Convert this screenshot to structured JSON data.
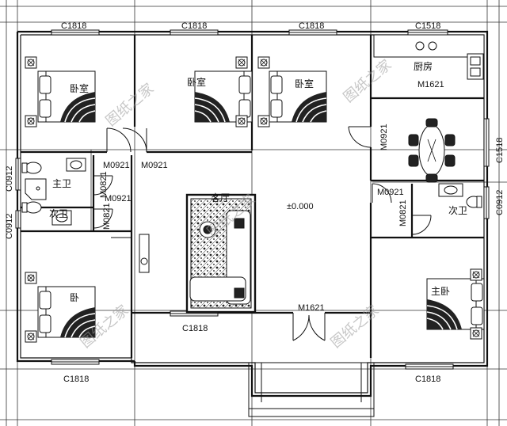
{
  "rooms": {
    "bedroom_1": "卧室",
    "bedroom_2": "卧室",
    "bedroom_3": "卧室",
    "bedroom_4": "卧",
    "master_bedroom": "主卧",
    "kitchen": "厨房",
    "living_room": "客厅",
    "master_bath": "主卫",
    "second_bath_left": "次卫",
    "second_bath_right": "次卫"
  },
  "codes": {
    "top_window_1": "C1818",
    "top_window_2": "C1818",
    "top_window_3": "C1818",
    "top_window_4": "C1518",
    "kitchen_door": "M1621",
    "left_window_1": "C0912",
    "left_window_2": "C0912",
    "door_bath_a": "M0921",
    "door_bed_2": "M0921",
    "door_bath_b": "M0821",
    "door_bath_c": "M0921",
    "door_bath_d": "M0821",
    "dining_door": "M0921",
    "right_window_dining": "C1518",
    "right_door_1": "M0921",
    "right_door_2": "M0821",
    "right_window_bath": "C0912",
    "level": "±0.000",
    "entrance_door": "M1621",
    "living_window": "C1818",
    "bottom_window_1": "C1818",
    "bottom_window_2": "C1818"
  },
  "watermark": "图纸之家"
}
